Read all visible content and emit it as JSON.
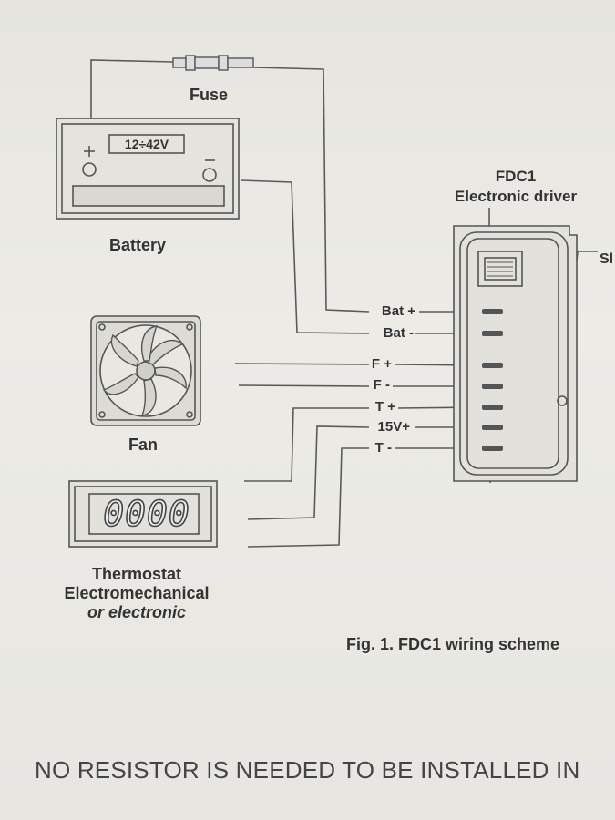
{
  "fuse": {
    "label": "Fuse"
  },
  "battery": {
    "label": "Battery",
    "voltage": "12÷42V",
    "plus_mark": "+",
    "minus_mark": "−"
  },
  "fan": {
    "label": "Fan"
  },
  "thermostat": {
    "display": "0000",
    "label_line1": "Thermostat",
    "label_line2": "Electromechanical",
    "label_line3": "or electronic"
  },
  "driver": {
    "title": "FDC1",
    "subtitle": "Electronic driver",
    "side_label": "Sl",
    "terminals": [
      "Bat +",
      "Bat -",
      "F +",
      "F -",
      "T +",
      "15V+",
      "T -"
    ]
  },
  "caption": "Fig. 1. FDC1 wiring scheme",
  "footer_text": "NO RESISTOR IS NEEDED TO BE INSTALLED IN"
}
